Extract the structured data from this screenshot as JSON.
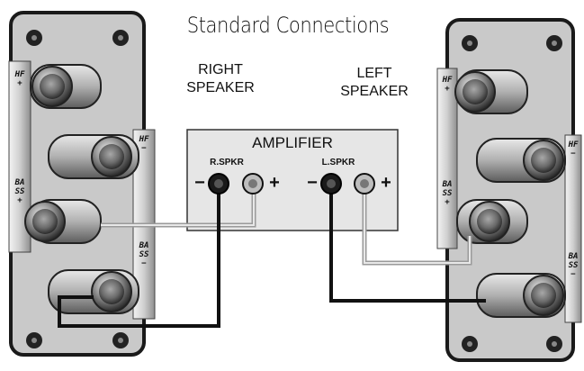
{
  "title": "Standard Connections",
  "right_speaker": {
    "line1": "RIGHT",
    "line2": "SPEAKER"
  },
  "left_speaker": {
    "line1": "LEFT",
    "line2": "SPEAKER"
  },
  "amplifier": {
    "label": "AMPLIFIER",
    "right_jack": "R.SPKR",
    "left_jack": "L.SPKR",
    "minus": "−",
    "plus": "+"
  },
  "terminals": {
    "hf_plus": "HF+",
    "hf_minus": "HF−",
    "bass_plus": "BASS+",
    "bass_minus": "BASS−"
  },
  "colors": {
    "panel": "#c9c9c9",
    "panel_border": "#1a1a1a",
    "wire_dark": "#111111",
    "wire_light": "#9a9a9a",
    "amp_box": "#e6e6e6"
  }
}
